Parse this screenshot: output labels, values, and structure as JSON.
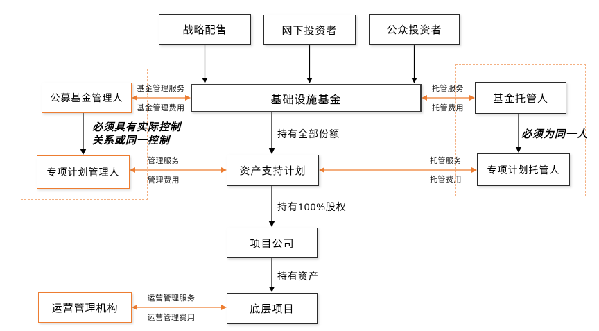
{
  "nodes": {
    "strategic_placement": "战略配售",
    "offline_investor": "网下投资者",
    "public_investor": "公众投资者",
    "infra_fund": "基础设施基金",
    "public_fund_manager": "公募基金管理人",
    "fund_custodian": "基金托管人",
    "abs_plan": "资产支持计划",
    "plan_manager": "专项计划管理人",
    "plan_custodian": "专项计划托管人",
    "project_company": "项目公司",
    "underlying_project": "底层项目",
    "ops_manager": "运营管理机构"
  },
  "edges": {
    "fund_mgmt": {
      "service": "基金管理服务",
      "fee": "基金管理费用"
    },
    "fund_custody": {
      "service": "托管服务",
      "fee": "托管费用"
    },
    "plan_mgmt": {
      "service": "管理服务",
      "fee": "管理费用"
    },
    "plan_custody": {
      "service": "托管服务",
      "fee": "托管费用"
    },
    "ops_mgmt": {
      "service": "运营管理服务",
      "fee": "运营管理费用"
    },
    "hold_all_shares": "持有全部份额",
    "hold_100_equity": "持有100%股权",
    "hold_assets": "持有资产"
  },
  "notes": {
    "control_line1": "必须具有实际控制",
    "control_line2": "关系或同一控制",
    "same_person": "必须为同一人"
  },
  "colors": {
    "accent_orange": "#ED7D31",
    "dashed_border_orange": "#F4B183",
    "connector_black": "#000000",
    "box_border_dark": "#2b2b2b"
  }
}
